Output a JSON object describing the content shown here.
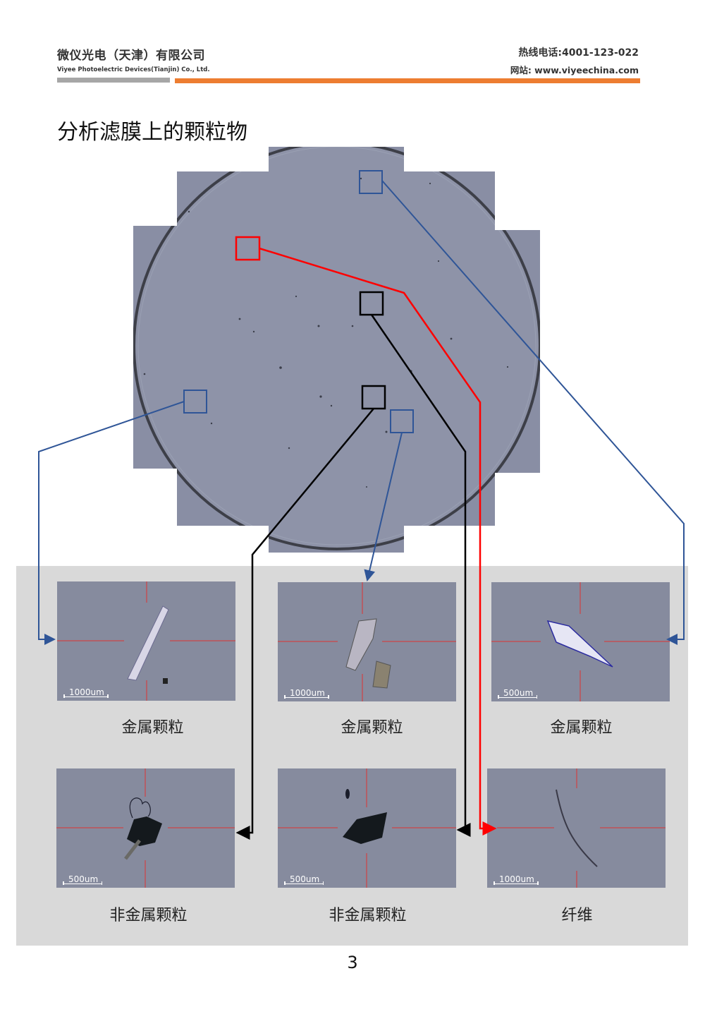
{
  "header": {
    "company_cn": "微仪光电（天津）有限公司",
    "company_en": "Viyee Photoelectric Devices(Tianjin) Co., Ltd.",
    "hotline": "热线电话:4001-123-022",
    "website": "网站: www.viyeechina.com",
    "colors": {
      "grey_bar": "#a6a6a6",
      "orange_bar": "#ed7d31"
    }
  },
  "title": "分析滤膜上的颗粒物",
  "filter_image": {
    "description": "filter membrane overview",
    "markers": [
      {
        "id": "m1",
        "color": "#2f5597",
        "target": "metal-1"
      },
      {
        "id": "m2",
        "color": "#2f5597",
        "target": "metal-2"
      },
      {
        "id": "m3",
        "color": "#2f5597",
        "target": "metal-3"
      },
      {
        "id": "m4",
        "color": "#000000",
        "target": "nonmetal-1"
      },
      {
        "id": "m5",
        "color": "#000000",
        "target": "nonmetal-2"
      },
      {
        "id": "m6",
        "color": "#ff0000",
        "target": "fiber"
      }
    ]
  },
  "particles": [
    {
      "id": "metal-1",
      "caption": "金属颗粒",
      "scale": "1000um"
    },
    {
      "id": "metal-2",
      "caption": "金属颗粒",
      "scale": "1000um"
    },
    {
      "id": "metal-3",
      "caption": "金属颗粒",
      "scale": "500um"
    },
    {
      "id": "nonmetal-1",
      "caption": "非金属颗粒",
      "scale": "500um"
    },
    {
      "id": "nonmetal-2",
      "caption": "非金属颗粒",
      "scale": "500um"
    },
    {
      "id": "fiber",
      "caption": "纤维",
      "scale": "1000um"
    }
  ],
  "page_number": "3"
}
